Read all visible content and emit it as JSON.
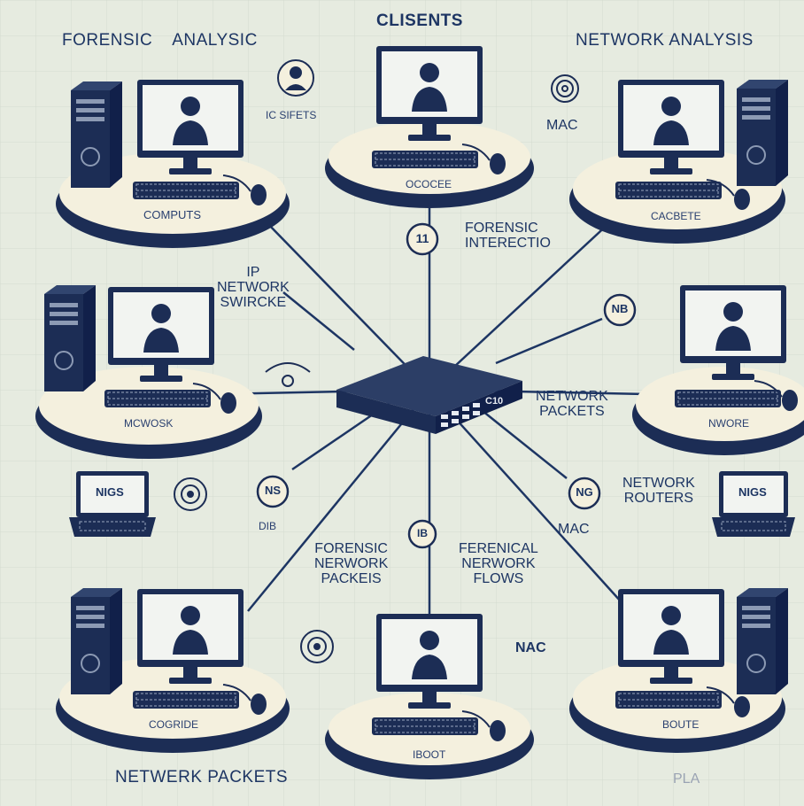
{
  "headers": {
    "left": "FORENSIC    ANALYSIC",
    "center": "CLISENTS",
    "right": "NETWORK ANALYSIS"
  },
  "labels": {
    "ic_sifets": "IC SIFETS",
    "mac_top": "MAC",
    "forensic_interectio": "FORENSIC\nINTERECTIO",
    "ip_network_swircke": "IP\nNETWORK\nSWIRCKE",
    "network_packets_right": "NETWORK\nPACKETS",
    "network_routers": "NETWORK\nROUTERS",
    "mac_mid": "MAC",
    "forensic_nerwork_packeis": "FORENSIC\nNERWORK\nPACKEIS",
    "ferenical_nerwork_flows": "FERENICAL\nNERWORK\nFLOWS",
    "nac": "NAC",
    "network_packets_bottom": "NETWERK PACKETS",
    "pla": "PLA"
  },
  "badges": {
    "top": "11",
    "right": "NB",
    "left": "NS",
    "center": "IB",
    "mid_right": "NG"
  },
  "stations": {
    "top_left_label": "COMPUTS",
    "top_center_label": "OCOCEE",
    "top_right_label": "CACBETE",
    "mid_left_label": "MCWOSK",
    "mid_right_label": "NWORE",
    "bot_left_label": "COGRIDE",
    "bot_center_label": "IBOOT",
    "bot_right_label": "BOUTE"
  },
  "laptops": {
    "left_screen": "NIGS",
    "right_screen": "NIGS",
    "left_caption": "DIB"
  },
  "switch": {
    "label": "C10"
  }
}
